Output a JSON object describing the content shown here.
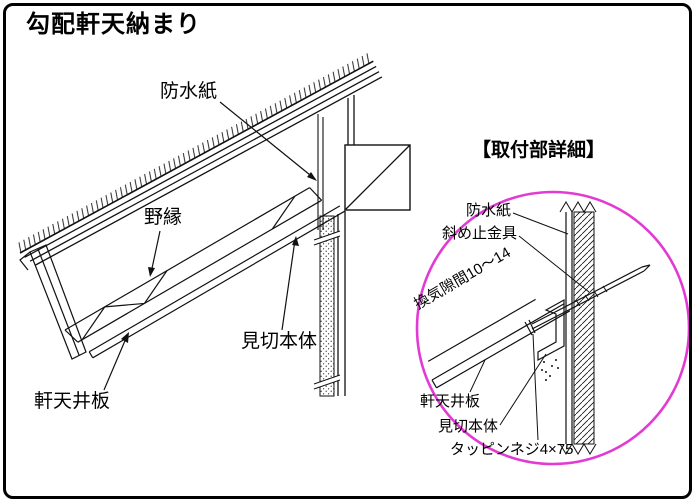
{
  "title": "勾配軒天納まり",
  "main": {
    "labels": {
      "waterproof_paper": "防水紙",
      "furring": "野縁",
      "trim_body": "見切本体",
      "soffit_board": "軒天井板"
    }
  },
  "detail": {
    "heading": "【取付部詳細】",
    "labels": {
      "waterproof_paper": "防水紙",
      "diagonal_bracket": "斜め止金具",
      "vent_gap": "換気隙間10〜14",
      "soffit_board": "軒天井板",
      "trim_body": "見切本体",
      "tapping_screw": "タッピンネジ4×75"
    }
  },
  "colors": {
    "line": "#111111",
    "detail_circle": "#e23bd3",
    "background": "#ffffff",
    "border": "#000000"
  }
}
